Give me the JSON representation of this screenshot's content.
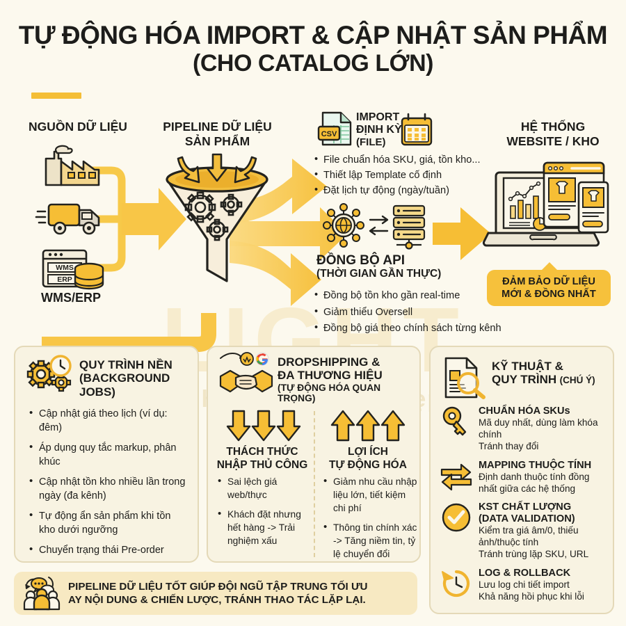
{
  "title": {
    "line1": "TỰ ĐỘNG HÓA IMPORT & CẬP NHẬT SẢN PHẨM",
    "line2": "(CHO CATALOG LỚN)"
  },
  "watermark": {
    "big": "LIGHT",
    "sub": "Nhanh · Chuẩn · Đẹp"
  },
  "flow": {
    "source": {
      "heading": "NGUỒN DỮ LIỆU",
      "label": "WMS/ERP",
      "icons": [
        "factory-icon",
        "truck-icon",
        "wms-erp-database-icon"
      ]
    },
    "pipeline": {
      "heading_line1": "PIPELINE DỮ LIỆU",
      "heading_line2": "SẢN PHẨM",
      "icon": "funnel-gears-icon"
    },
    "import": {
      "heading_line1": "IMPORT",
      "heading_line2": "ĐỊNH KỲ",
      "heading_line3": "(FILE)",
      "icons": [
        "csv-file-icon",
        "calendar-icon"
      ],
      "bullets": [
        "File chuẩn hóa SKU, giá, tồn kho...",
        "Thiết lập Template cố định",
        "Đặt lịch tự động (ngày/tuần)"
      ]
    },
    "api": {
      "heading_line1": "ĐỒNG BỘ API",
      "heading_line2": "(THỜI GIAN GẦN THỰC)",
      "icons": [
        "globe-network-icon",
        "server-icon",
        "exchange-arrows-icon"
      ],
      "bullets": [
        "Đồng bộ tồn kho gần real-time",
        "Giảm thiểu Oversell",
        "Đồng bộ giá theo chính sách từng kênh"
      ]
    },
    "website": {
      "heading_line1": "HỆ THỐNG",
      "heading_line2": "WEBSITE / KHO",
      "icon": "laptop-dashboard-icon",
      "badge_line1": "ĐẢM BẢO DỮ LIỆU",
      "badge_line2": "MỚI & ĐỒNG NHẤT"
    }
  },
  "cards": [
    {
      "icon": "gears-clock-icon",
      "title_line1": "QUY TRÌNH NỀN",
      "title_line2": "(BACKGROUND JOBS)",
      "items": [
        "Cập nhật giá theo lịch (ví dụ: đêm)",
        " Áp dụng quy tắc markup, phân khúc",
        "Cập nhật tồn kho nhiều lần trong ngày (đa kênh)",
        "Tự động ẩn sản phẩm khi tồn kho dưới ngưỡng",
        "Chuyển trạng thái Pre-order"
      ]
    },
    {
      "icon": "handshake-icon",
      "title_line1": "DROPSHIPPING &",
      "title_line2": "ĐA THƯƠNG HIỆU",
      "title_line3": "(TỰ ĐỘNG HÓA QUAN TRỌNG)",
      "left": {
        "icon": "down-arrows-icon",
        "head_line1": "THÁCH THỨC",
        "head_line2": "NHẬP THỦ CÔNG",
        "items": [
          "Sai lệch giá web/thực",
          "Khách đặt nhưng hết hàng -> Trải nghiệm xấu"
        ]
      },
      "right": {
        "icon": "up-arrows-icon",
        "head_line1": "LỢI ÍCH",
        "head_line2": "TỰ ĐỘNG HÓA",
        "items": [
          "Giảm nhu cầu nhập liệu lớn, tiết kiệm chi phí",
          "Thông tin chính xác -> Tăng niềm tin, tỷ lệ chuyển đổi"
        ]
      }
    },
    {
      "icon": "document-magnifier-icon",
      "title_line1": "KỸ THUẬT &",
      "title_line2": "QUY TRÌNH",
      "title_note": "(CHÚ Ý)",
      "rows": [
        {
          "icon": "key-icon",
          "head": "CHUẨN HÓA SKUs",
          "body": "Mã duy nhất, dùng làm khóa chính\nTránh thay đổi"
        },
        {
          "icon": "two-way-arrows-icon",
          "head": "MAPPING THUỘC TÍNH",
          "body": "Định danh thuộc tính đồng nhất giữa các hệ thống"
        },
        {
          "icon": "check-circle-icon",
          "head": "KST CHẤT LƯỢNG\n(DATA VALIDATION)",
          "body": "Kiểm tra giá âm/0, thiếu ảnh/thuộc tính\nTránh trùng lặp SKU, URL"
        },
        {
          "icon": "rollback-clock-icon",
          "head": "LOG & ROLLBACK",
          "body": "Lưu log chi tiết import\nKhả năng hồi phục khi lỗi"
        }
      ]
    }
  ],
  "banner": {
    "icon": "team-chat-icon",
    "line1": "PIPELINE DỮ LIỆU TỐT GIÚP ĐỘI NGŨ TẬP TRUNG TỐI ƯU",
    "line2": "AY NỘI DUNG & CHIẾN LƯỢC, TRÁNH THAO TÁC LẶP LẠI."
  },
  "colors": {
    "background": "#FCF9EE",
    "accent": "#F4BE36",
    "accent_deep": "#F1A82B",
    "card_bg": "#F8F3E2",
    "card_border": "#E4D9B8",
    "ink": "#1D1D1B",
    "banner_bg": "#F7E9C2"
  }
}
